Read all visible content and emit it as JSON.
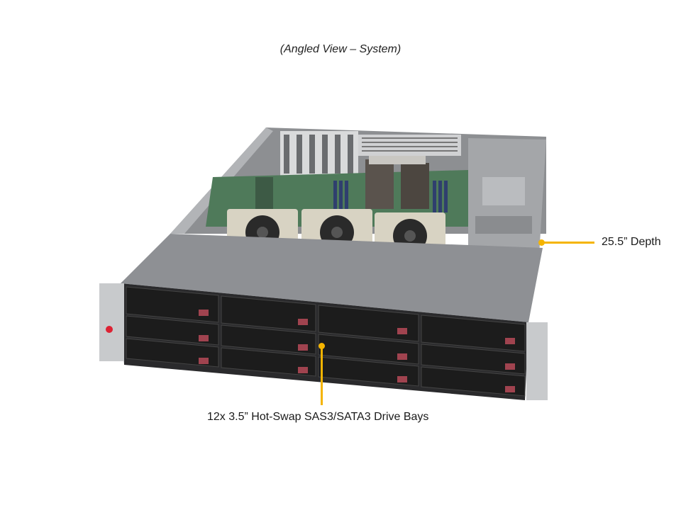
{
  "caption": "(Angled View – System)",
  "callouts": {
    "depth": {
      "label": "25.5” Depth",
      "color": "#f5b400"
    },
    "drive_bays": {
      "label": "12x 3.5” Hot-Swap  SAS3/SATA3 Drive Bays",
      "color": "#f5b400"
    }
  },
  "product": {
    "type": "2U rackmount server chassis",
    "drive_bays": 12,
    "fans": 3,
    "drive_tray_color": "#1c1c1c",
    "tray_latch_color": "#a0434f"
  }
}
